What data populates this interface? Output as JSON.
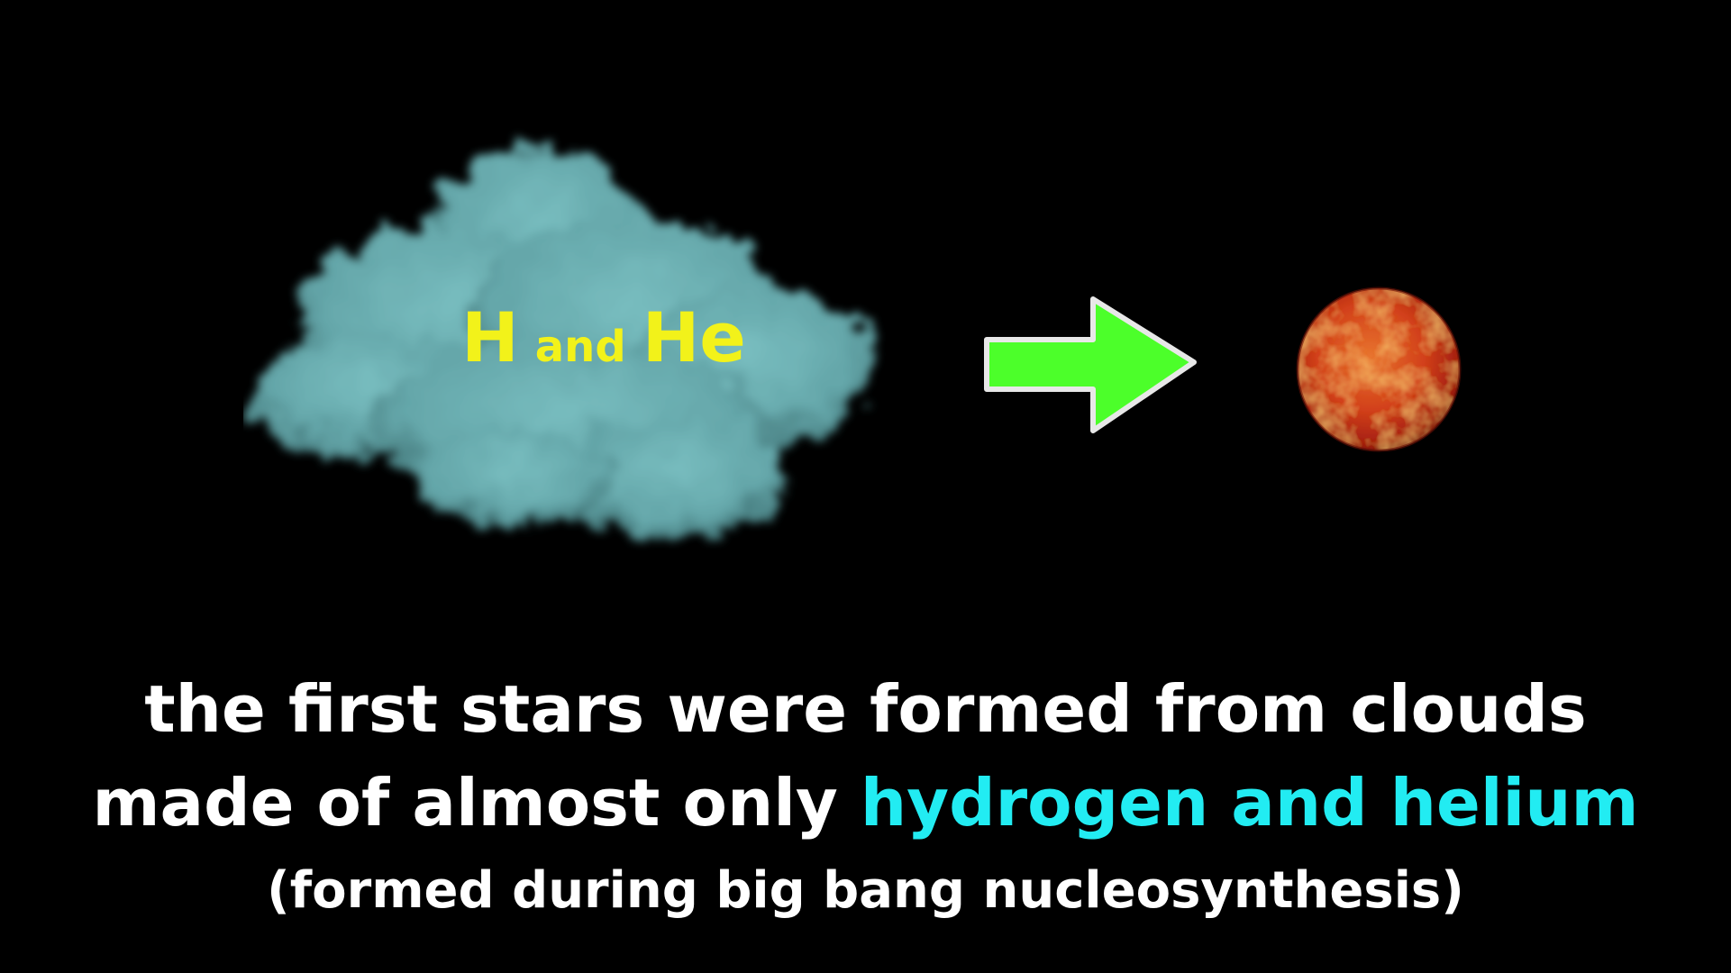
{
  "cloud": {
    "label_h": "H",
    "label_and": "and",
    "label_he": "He",
    "label_color": "#f2f21a",
    "cloud_color": "#6fb3b6"
  },
  "arrow": {
    "color": "#4cff2a",
    "outline": "#e8e8e8"
  },
  "star": {
    "color": "#d2401a"
  },
  "caption": {
    "line1": "the first stars were formed from clouds",
    "line2_plain": "made of almost only ",
    "line2_highlight": "hydrogen and helium",
    "line3": "(formed during big bang nucleosynthesis)",
    "highlight_color": "#22ecf2"
  }
}
